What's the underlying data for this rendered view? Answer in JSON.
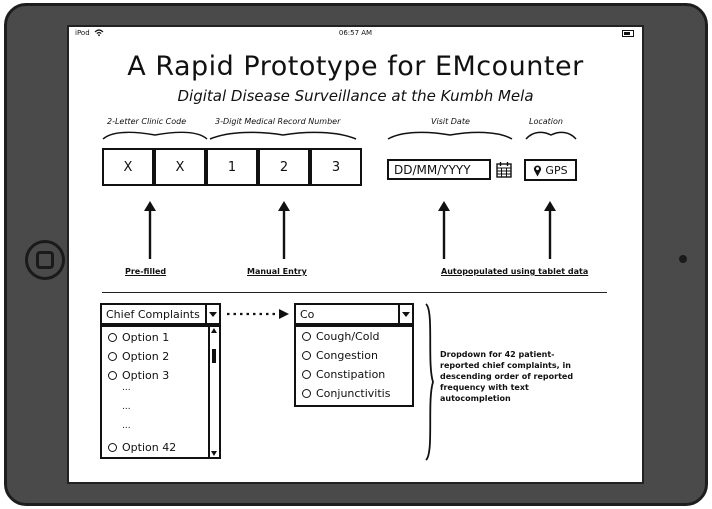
{
  "status_bar": {
    "device": "iPod",
    "time": "06:57 AM"
  },
  "header": {
    "title": "A Rapid Prototype for EMcounter",
    "subtitle": "Digital Disease Surveillance at the Kumbh Mela"
  },
  "labels": {
    "clinic_code": "2-Letter Clinic Code",
    "medical_record": "3-Digit Medical Record Number",
    "visit_date": "Visit Date",
    "location": "Location"
  },
  "record_cells": [
    "X",
    "X",
    "1",
    "2",
    "3"
  ],
  "visit_date": {
    "placeholder": "DD/MM/YYYY"
  },
  "location": {
    "button_label": "GPS"
  },
  "annotations": {
    "prefilled": "Pre-filled",
    "manual": "Manual Entry",
    "autopopulated": "Autopopulated using tablet data"
  },
  "chief_complaints": {
    "label": "Chief Complaints",
    "options": [
      "Option 1",
      "Option 2",
      "Option 3"
    ],
    "ellipsis": [
      "...",
      "...",
      "..."
    ],
    "last_option": "Option 42"
  },
  "autocomplete": {
    "query": "Co",
    "suggestions": [
      "Cough/Cold",
      "Congestion",
      "Constipation",
      "Conjunctivitis"
    ]
  },
  "note": "Dropdown for 42 patient-reported chief complaints, in descending order of reported frequency with text autocompletion",
  "colors": {
    "frame": "#4a4a4a",
    "ink": "#111111",
    "screen": "#ffffff"
  }
}
